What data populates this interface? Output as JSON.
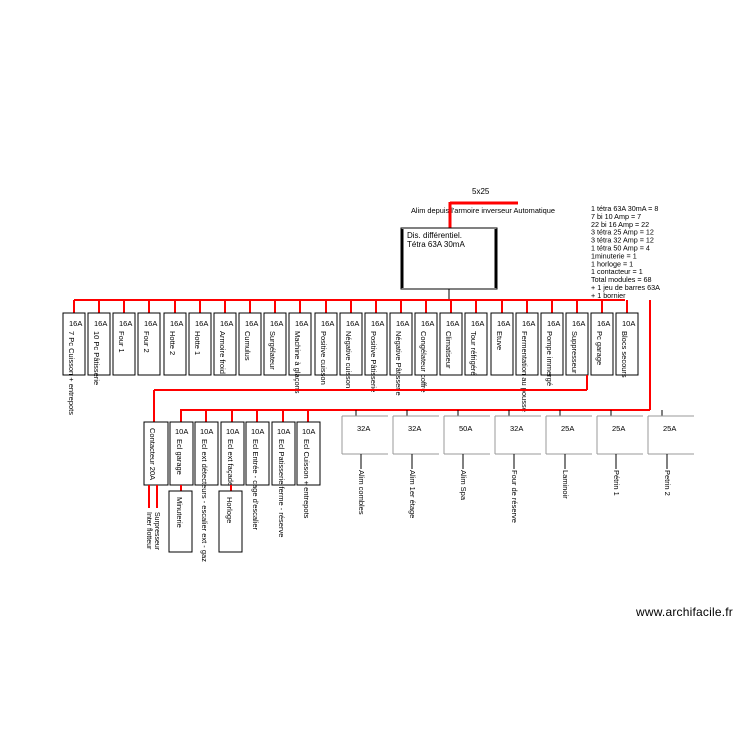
{
  "title": {
    "cable": "5x25",
    "supply": "Alim depuis l'armoire inverseur Automatique"
  },
  "main_breaker": {
    "line1": "Dis. différentiel.",
    "line2": "Tétra 63A 30mA"
  },
  "summary": [
    "1 tétra 63A 30mA = 8",
    "7 bi 10 Amp = 7",
    "22 bi 16 Amp = 22",
    "3  tétra 25 Amp = 12",
    "3  tétra 32 Amp = 12",
    "1  tétra 50 Amp = 4",
    "1minuterie = 1",
    "1 horloge = 1",
    "1 contacteur = 1",
    "Total modules = 68",
    "+ 1 jeu de barres 63A",
    "+ 1 bornier"
  ],
  "row1_breakers": [
    {
      "rating": "16A",
      "label": "7 Pc Cuisson + entrepots"
    },
    {
      "rating": "16A",
      "label": "10 Pc Pâtisserie"
    },
    {
      "rating": "16A",
      "label": "Four 1"
    },
    {
      "rating": "16A",
      "label": "Four 2"
    },
    {
      "rating": "16A",
      "label": "Hotte 2"
    },
    {
      "rating": "16A",
      "label": "Hotte 1"
    },
    {
      "rating": "16A",
      "label": "Armoire froid"
    },
    {
      "rating": "16A",
      "label": "Cumulus"
    },
    {
      "rating": "16A",
      "label": "Surgélateur"
    },
    {
      "rating": "16A",
      "label": "Machine à glaçons"
    },
    {
      "rating": "16A",
      "label": "Positive cuisson"
    },
    {
      "rating": "16A",
      "label": "Négative cuisson"
    },
    {
      "rating": "16A",
      "label": "Positive Pâtisserie"
    },
    {
      "rating": "16A",
      "label": "Négative Pâtisserie"
    },
    {
      "rating": "16A",
      "label": "Congélateur coffre"
    },
    {
      "rating": "16A",
      "label": "Climatiseur"
    },
    {
      "rating": "16A",
      "label": "Tour réfrigéré"
    },
    {
      "rating": "16A",
      "label": "Etuve"
    },
    {
      "rating": "16A",
      "label": "Fermentation au pousse"
    },
    {
      "rating": "16A",
      "label": "Pompe immergé"
    },
    {
      "rating": "16A",
      "label": "Suppresseur"
    },
    {
      "rating": "16A",
      "label": "Pc garage"
    },
    {
      "rating": "10A",
      "label": "Blocs secours"
    }
  ],
  "contactor": {
    "label": "Contacteur 20A"
  },
  "row2_breakers": [
    {
      "rating": "10A",
      "label": "Ecl garage"
    },
    {
      "rating": "10A",
      "label": "Ecl ext détecteurs - escalier ext - gaz"
    },
    {
      "rating": "10A",
      "label": "Ecl ext façade"
    },
    {
      "rating": "10A",
      "label": "Ecl Entrée - cage d'escalier"
    },
    {
      "rating": "10A",
      "label": "Ecl Patisserie ferme - réserve"
    },
    {
      "rating": "10A",
      "label": "Ecl Cuisson + entrepots"
    }
  ],
  "timers": [
    {
      "label": "Minuterie"
    },
    {
      "label": "Horloge"
    }
  ],
  "contactor_outputs": [
    "Inter flotteur",
    "Surpresseur"
  ],
  "tetra_breakers": [
    {
      "rating": "32A",
      "label": "Alim combles"
    },
    {
      "rating": "32A",
      "label": "Alim 1er étage"
    },
    {
      "rating": "50A",
      "label": "Alim Spa"
    },
    {
      "rating": "32A",
      "label": "Four de réserve"
    },
    {
      "rating": "25A",
      "label": "Laminoir"
    },
    {
      "rating": "25A",
      "label": "Pétrin 1"
    },
    {
      "rating": "25A",
      "label": "Petrin 2"
    }
  ],
  "watermark": "www.archifacile.fr",
  "colors": {
    "wire": "#ff0000",
    "line": "#000000",
    "thin": "#999999"
  }
}
